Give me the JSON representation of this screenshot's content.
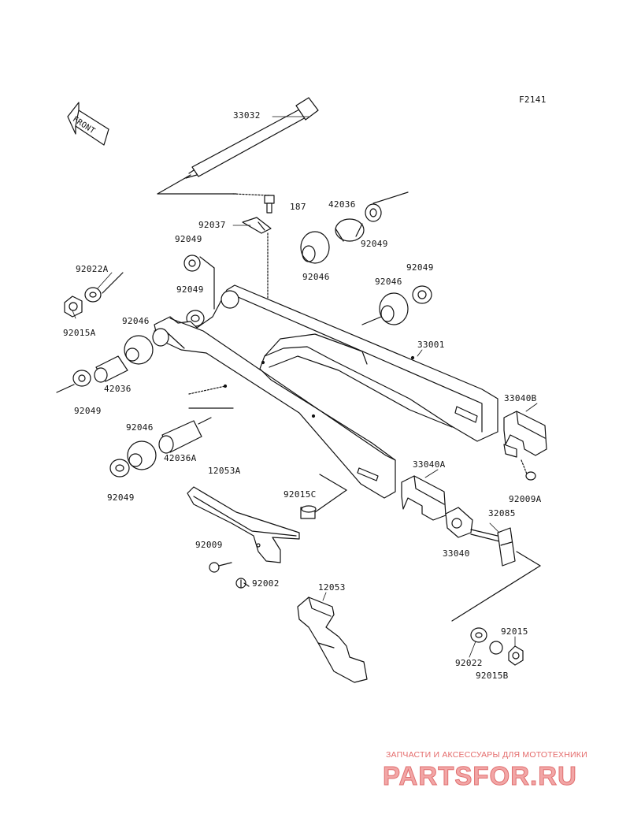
{
  "figure_code": "F2141",
  "front_label": "FRONT",
  "parts": [
    "33032",
    "187",
    "92037",
    "42036",
    "92049",
    "92049",
    "92046",
    "92022A",
    "92015A",
    "92049",
    "92046",
    "92049",
    "92046",
    "33001",
    "42036",
    "92049",
    "33040B",
    "92046",
    "42036A",
    "12053A",
    "92049",
    "33040A",
    "92009A",
    "92015C",
    "32085",
    "33040",
    "92009",
    "92002",
    "12053",
    "92015",
    "92022",
    "92015B"
  ],
  "watermark": {
    "tagline": "ЗАПЧАСТИ И АКСЕССУАРЫ ДЛЯ МОТОТЕХНИКИ",
    "logo": "PARTSFOR.RU"
  }
}
